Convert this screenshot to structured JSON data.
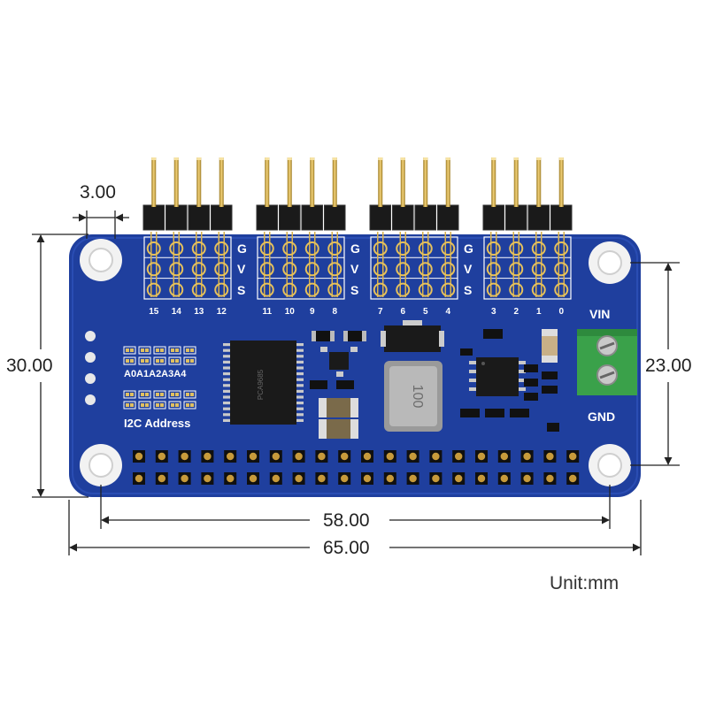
{
  "dimensions": {
    "hole_spacing_small": "3.00",
    "board_height": "30.00",
    "hole_spacing_vertical": "23.00",
    "hole_spacing_horizontal": "58.00",
    "board_width": "65.00"
  },
  "unit_label": "Unit:mm",
  "board": {
    "servo_channels": [
      "15",
      "14",
      "13",
      "12",
      "11",
      "10",
      "9",
      "8",
      "7",
      "6",
      "5",
      "4",
      "3",
      "2",
      "1",
      "0"
    ],
    "row_labels": [
      "G",
      "V",
      "S"
    ],
    "address_pins": "A0A1A2A3A4",
    "address_label": "I2C Address",
    "terminal_labels": {
      "top": "VIN",
      "bottom": "GND"
    },
    "inductor_marking": "100"
  },
  "colors": {
    "pcb": "#1f3f9e",
    "pcb_dark": "#16307a",
    "silkscreen": "#ffffff",
    "terminal": "#3aa14a",
    "pin_gold": "#d9b24a"
  }
}
